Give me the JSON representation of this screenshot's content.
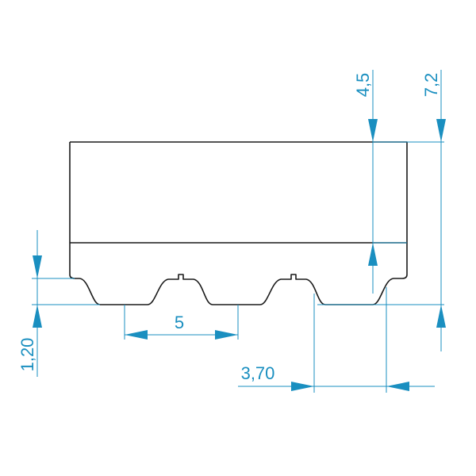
{
  "colors": {
    "outline": "#1a1a1a",
    "dimension": "#1a8fc0",
    "background": "#ffffff"
  },
  "dimensions": {
    "total_height": "7,2",
    "body_height": "4,5",
    "tooth_height": "1,20",
    "pitch": "5",
    "tooth_width": "3,70"
  }
}
